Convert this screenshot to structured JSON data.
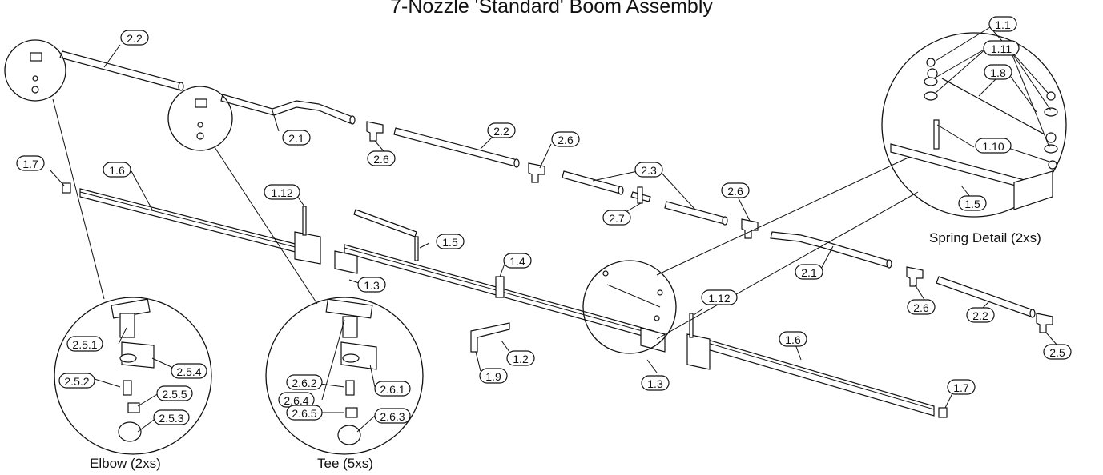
{
  "title": "7-Nozzle 'Standard' Boom Assembly",
  "captions": {
    "elbow": "Elbow (2xs)",
    "tee": "Tee (5xs)",
    "spring": "Spring Detail (2xs)"
  },
  "callouts": [
    "2.2",
    "2.1",
    "2.6",
    "2.2",
    "2.6",
    "2.3",
    "2.7",
    "2.6",
    "2.1",
    "2.6",
    "2.2",
    "2.5",
    "1.7",
    "1.6",
    "1.12",
    "1.5",
    "1.4",
    "1.3",
    "1.2",
    "1.9",
    "1.3",
    "1.12",
    "1.6",
    "1.7",
    "1.1",
    "1.11",
    "1.8",
    "1.10",
    "1.5",
    "2.5.1",
    "2.5.4",
    "2.5.2",
    "2.5.5",
    "2.5.3",
    "2.6.4",
    "2.6.1",
    "2.6.2",
    "2.6.5",
    "2.6.3"
  ]
}
